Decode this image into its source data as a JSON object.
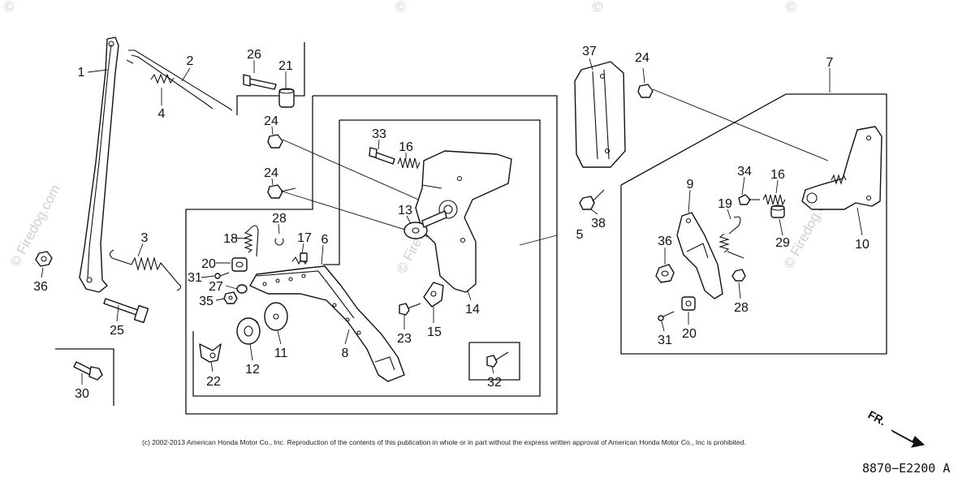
{
  "watermarks": {
    "left": "© Firedog.com",
    "center": "© Firedog.com",
    "right": "© Firedog.com",
    "top_symbols": [
      "©",
      "©",
      "©",
      "©"
    ]
  },
  "callouts": [
    {
      "id": "1",
      "label": "1"
    },
    {
      "id": "2",
      "label": "2"
    },
    {
      "id": "3",
      "label": "3"
    },
    {
      "id": "4",
      "label": "4"
    },
    {
      "id": "5",
      "label": "5"
    },
    {
      "id": "6",
      "label": "6"
    },
    {
      "id": "7",
      "label": "7"
    },
    {
      "id": "8",
      "label": "8"
    },
    {
      "id": "9",
      "label": "9"
    },
    {
      "id": "10",
      "label": "10"
    },
    {
      "id": "11",
      "label": "11"
    },
    {
      "id": "12",
      "label": "12"
    },
    {
      "id": "13",
      "label": "13"
    },
    {
      "id": "14",
      "label": "14"
    },
    {
      "id": "15",
      "label": "15"
    },
    {
      "id": "16a",
      "label": "16"
    },
    {
      "id": "16b",
      "label": "16"
    },
    {
      "id": "17",
      "label": "17"
    },
    {
      "id": "18",
      "label": "18"
    },
    {
      "id": "19",
      "label": "19"
    },
    {
      "id": "20a",
      "label": "20"
    },
    {
      "id": "20b",
      "label": "20"
    },
    {
      "id": "21",
      "label": "21"
    },
    {
      "id": "22",
      "label": "22"
    },
    {
      "id": "23",
      "label": "23"
    },
    {
      "id": "24a",
      "label": "24"
    },
    {
      "id": "24b",
      "label": "24"
    },
    {
      "id": "24c",
      "label": "24"
    },
    {
      "id": "25",
      "label": "25"
    },
    {
      "id": "26",
      "label": "26"
    },
    {
      "id": "27",
      "label": "27"
    },
    {
      "id": "28a",
      "label": "28"
    },
    {
      "id": "28b",
      "label": "28"
    },
    {
      "id": "29",
      "label": "29"
    },
    {
      "id": "30",
      "label": "30"
    },
    {
      "id": "31a",
      "label": "31"
    },
    {
      "id": "31b",
      "label": "31"
    },
    {
      "id": "32",
      "label": "32"
    },
    {
      "id": "33",
      "label": "33"
    },
    {
      "id": "34",
      "label": "34"
    },
    {
      "id": "35",
      "label": "35"
    },
    {
      "id": "36a",
      "label": "36"
    },
    {
      "id": "36b",
      "label": "36"
    },
    {
      "id": "37",
      "label": "37"
    },
    {
      "id": "38",
      "label": "38"
    }
  ],
  "copyright": "(c) 2002-2013 American Honda Motor Co., Inc. Reproduction of the contents of this publication in whole or in part without the express written approval of American Honda Motor Co., Inc is prohibited.",
  "front_indicator": "FR.",
  "diagram_code": "8870−E2200 A"
}
